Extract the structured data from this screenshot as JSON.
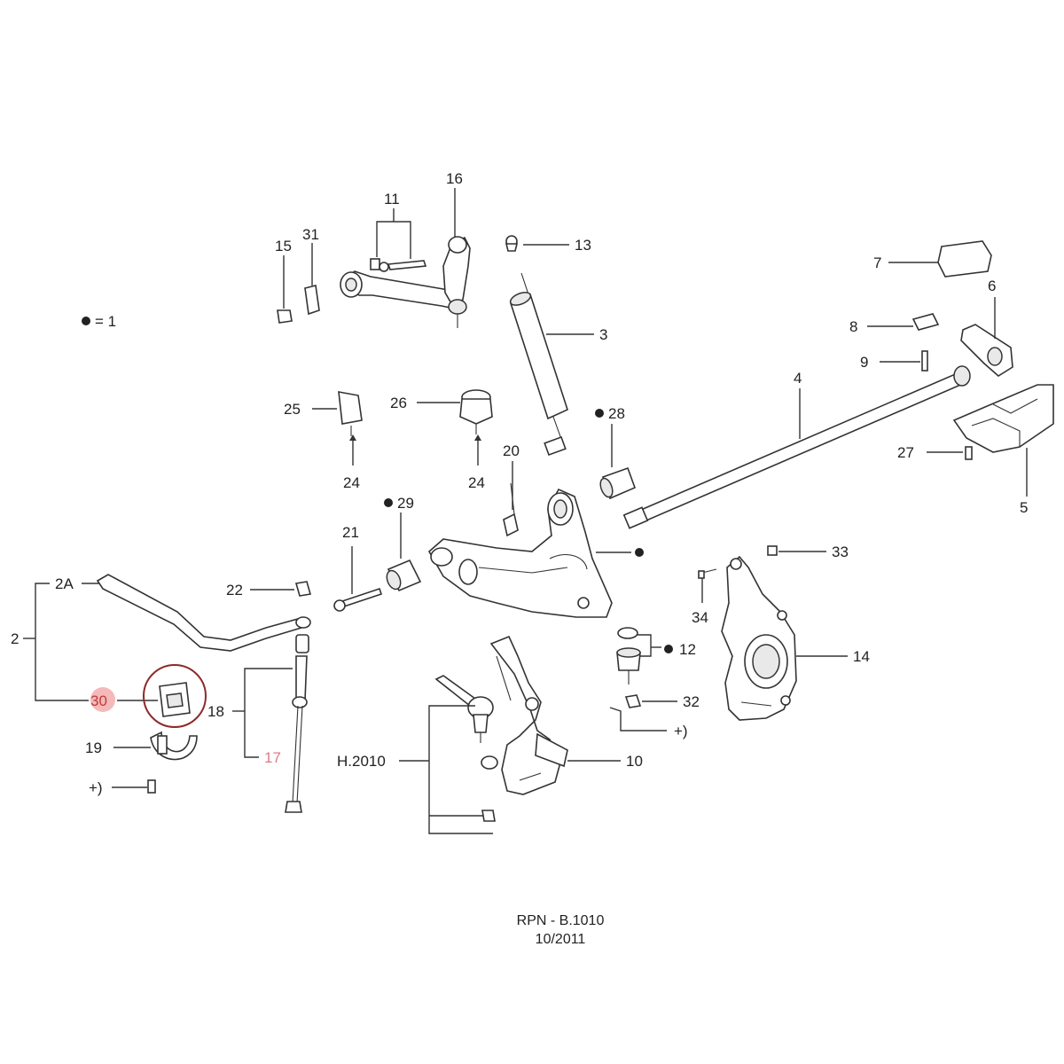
{
  "legend": {
    "symbol": "●",
    "text": "= 1"
  },
  "callouts": {
    "c2": "2",
    "c2a": "2A",
    "c3": "3",
    "c4": "4",
    "c5": "5",
    "c6": "6",
    "c7": "7",
    "c8": "8",
    "c9": "9",
    "c10": "10",
    "c11": "11",
    "c12": "12",
    "c13": "13",
    "c14": "14",
    "c15": "15",
    "c16": "16",
    "c17": "17",
    "c18": "18",
    "c19": "19",
    "c20": "20",
    "c21": "21",
    "c22": "22",
    "c24a": "24",
    "c24b": "24",
    "c25": "25",
    "c26": "26",
    "c27": "27",
    "c28": "28",
    "c29": "29",
    "c30": "30",
    "c31": "31",
    "c32": "32",
    "c33": "33",
    "c34": "34",
    "h2010": "H.2010",
    "plus_a": "+)",
    "plus_b": "+)"
  },
  "footer": {
    "code": "RPN - B.1010",
    "date": "10/2011"
  },
  "colors": {
    "highlight_fill": "#f4b9b9",
    "highlight_text": "#c23a3a",
    "highlight_ring": "#8b2a2a",
    "pink_label": "#e07b88",
    "line": "#333333"
  }
}
